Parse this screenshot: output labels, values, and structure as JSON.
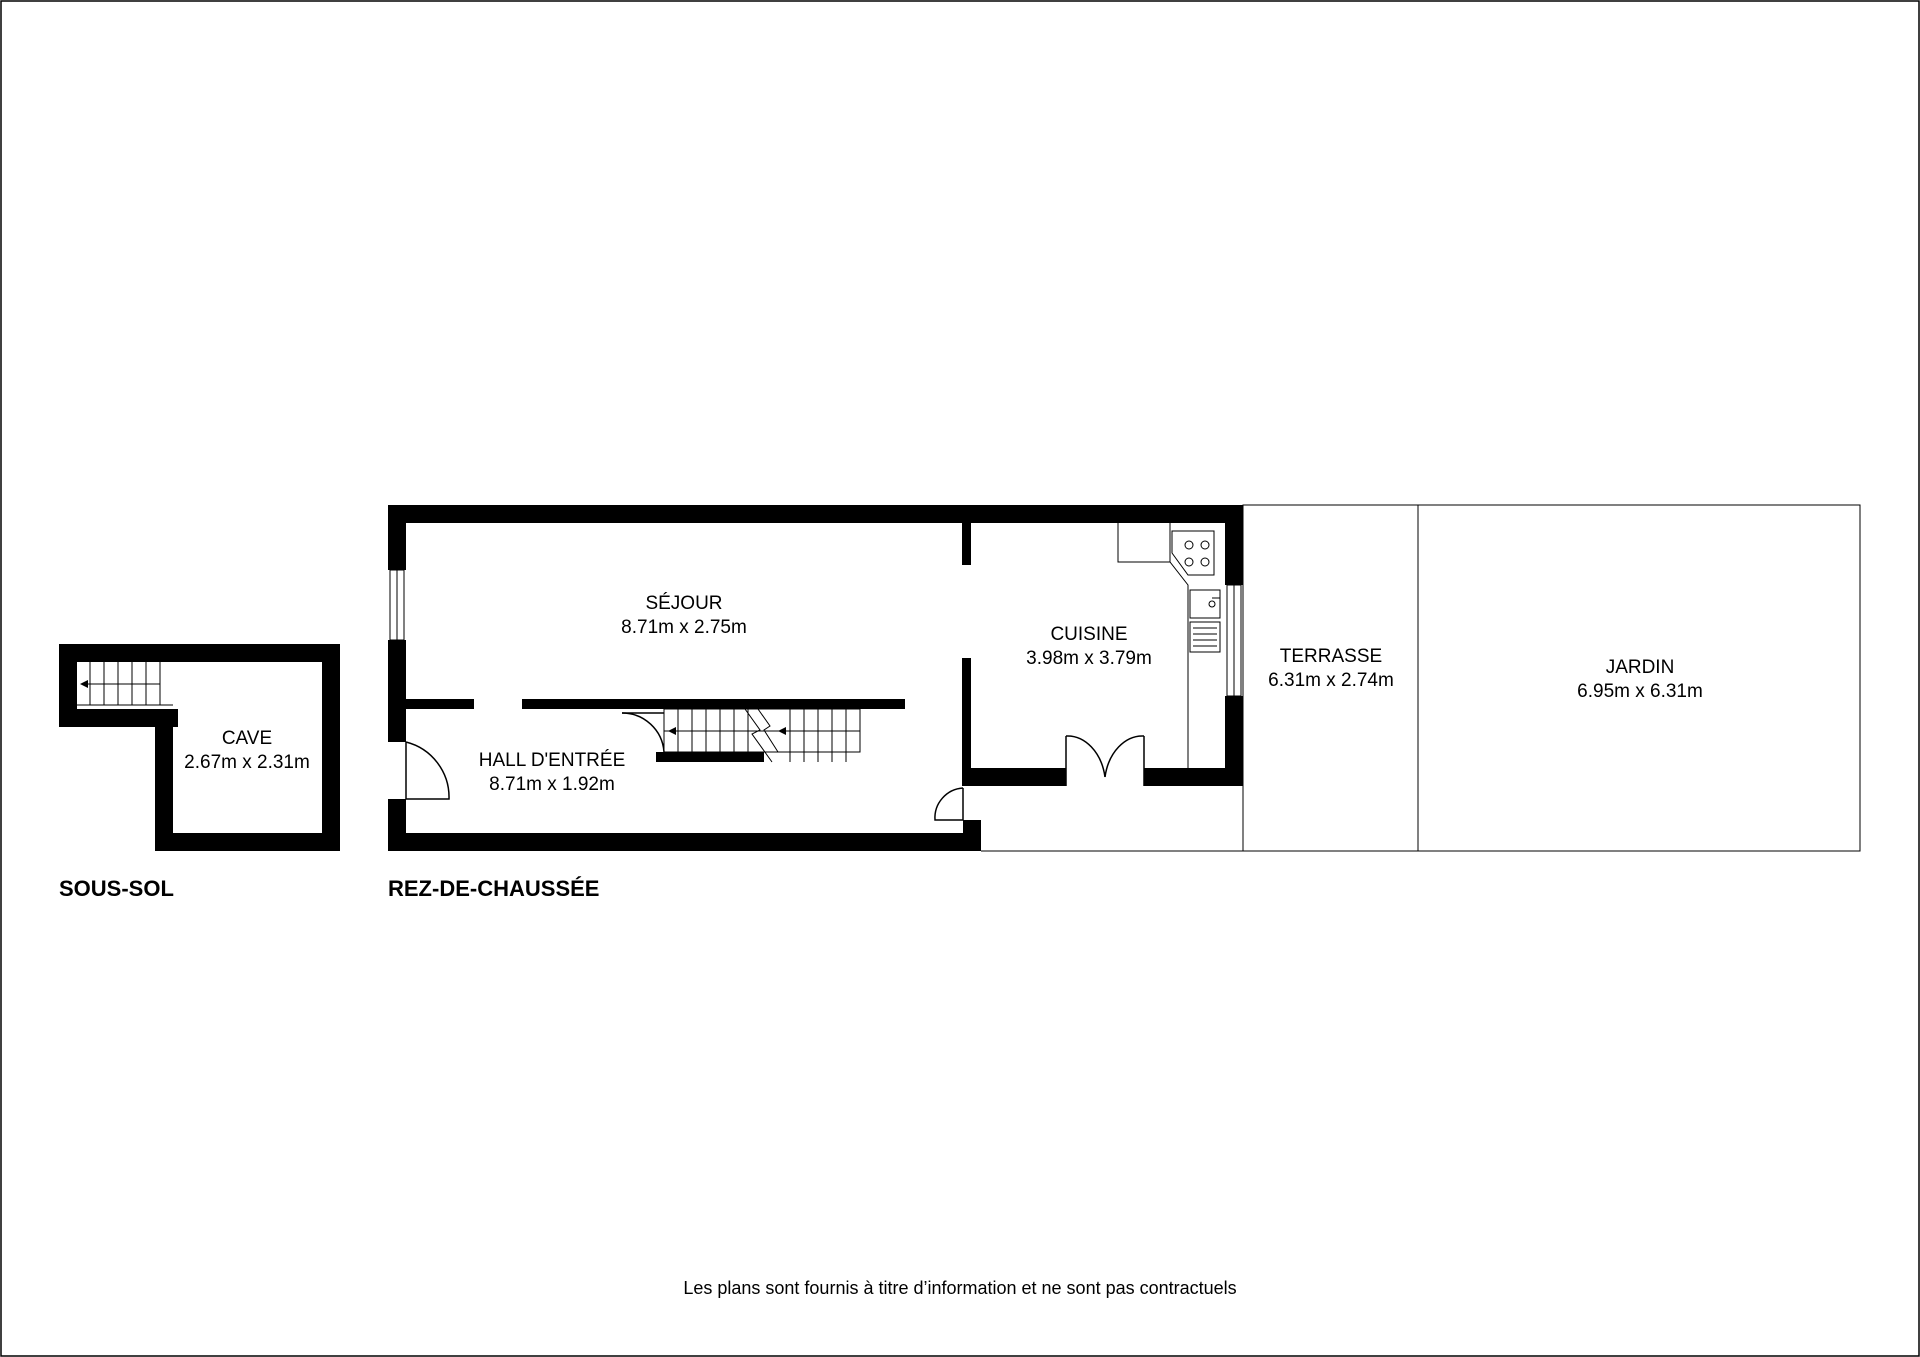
{
  "floors": [
    {
      "label": "SOUS-SOL",
      "rooms": [
        {
          "name": "CAVE",
          "dimensions": "2.67m x 2.31m"
        }
      ]
    },
    {
      "label": "REZ-DE-CHAUSSÉE",
      "rooms": [
        {
          "name": "SÉJOUR",
          "dimensions": "8.71m x 2.75m"
        },
        {
          "name": "HALL D'ENTRÉE",
          "dimensions": "8.71m x 1.92m"
        },
        {
          "name": "CUISINE",
          "dimensions": "3.98m x 3.79m"
        },
        {
          "name": "TERRASSE",
          "dimensions": "6.31m x 2.74m"
        },
        {
          "name": "JARDIN",
          "dimensions": "6.95m x 6.31m"
        }
      ]
    }
  ],
  "disclaimer": "Les plans sont fournis à titre d’information et ne sont pas contractuels"
}
